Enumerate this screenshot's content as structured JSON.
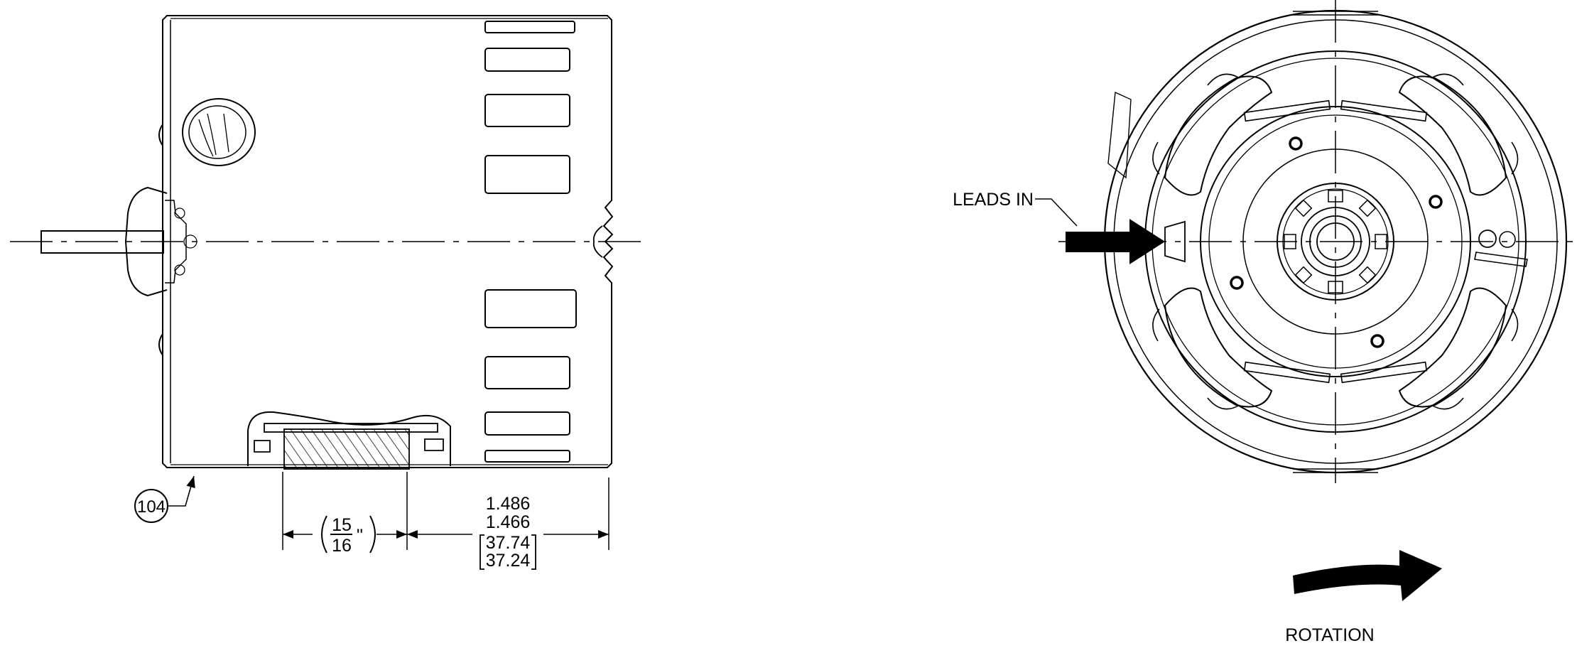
{
  "side_view": {
    "balloon_label": "104",
    "dim_left": {
      "numerator": "15",
      "denominator": "16",
      "unit": "\""
    },
    "dim_right": {
      "max_in": "1.486",
      "min_in": "1.466",
      "max_mm": "37.74",
      "min_mm": "37.24"
    }
  },
  "end_view": {
    "leads_label": "LEADS IN",
    "rotation_label": "ROTATION"
  },
  "colors": {
    "line": "#000000",
    "background": "#ffffff"
  }
}
